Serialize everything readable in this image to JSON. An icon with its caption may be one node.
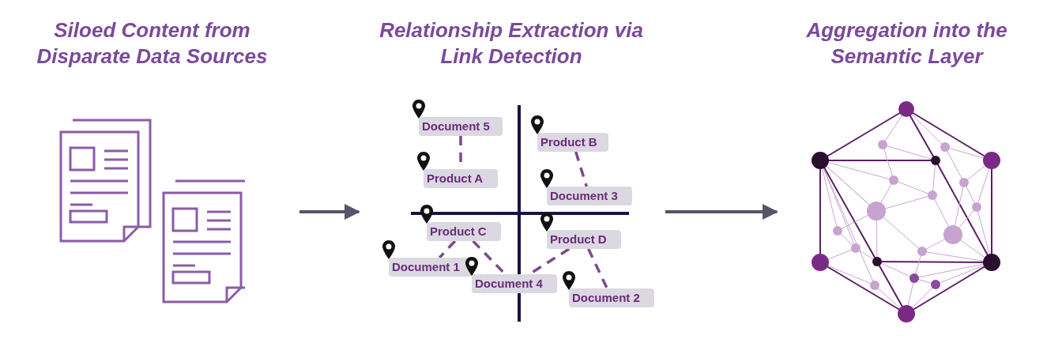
{
  "diagram": {
    "nodes": [
      {
        "text": [
          "Siloed Content from Disparate Data Sources"
        ]
      },
      {
        "text": [
          "Relationship Extraction via Link Detection"
        ]
      },
      {
        "text": [
          "Aggregation into the Semantic Layer"
        ]
      },
      {
        "text": [
          "Document 5"
        ],
        "in": 1
      },
      {
        "text": [
          "Product B"
        ],
        "in": 1
      },
      {
        "text": [
          "Product A"
        ],
        "in": 1
      },
      {
        "text": [
          "Document 3"
        ],
        "in": 1
      },
      {
        "text": [
          "Product C"
        ],
        "in": 1
      },
      {
        "text": [
          "Product D"
        ],
        "in": 1
      },
      {
        "text": [
          "Document 1"
        ],
        "in": 1
      },
      {
        "text": [
          "Document 4"
        ],
        "in": 1
      },
      {
        "text": [
          "Document 2"
        ],
        "in": 1
      }
    ],
    "edges": [
      {
        "from": 0,
        "to": 1,
        "arrow": "to",
        "color": "#58536b"
      },
      {
        "from": 1,
        "to": 2,
        "arrow": "to",
        "color": "#58536b"
      },
      {
        "from": 3,
        "to": 5,
        "arrow": "none",
        "style": "dashed"
      },
      {
        "from": 4,
        "to": 6,
        "arrow": "none",
        "style": "dashed"
      },
      {
        "from": 7,
        "to": 9,
        "arrow": "none",
        "style": "dashed"
      },
      {
        "from": 7,
        "to": 10,
        "arrow": "none",
        "style": "dashed"
      },
      {
        "from": 8,
        "to": 10,
        "arrow": "none",
        "style": "dashed"
      },
      {
        "from": 8,
        "to": 11,
        "arrow": "none",
        "style": "dashed"
      }
    ]
  }
}
